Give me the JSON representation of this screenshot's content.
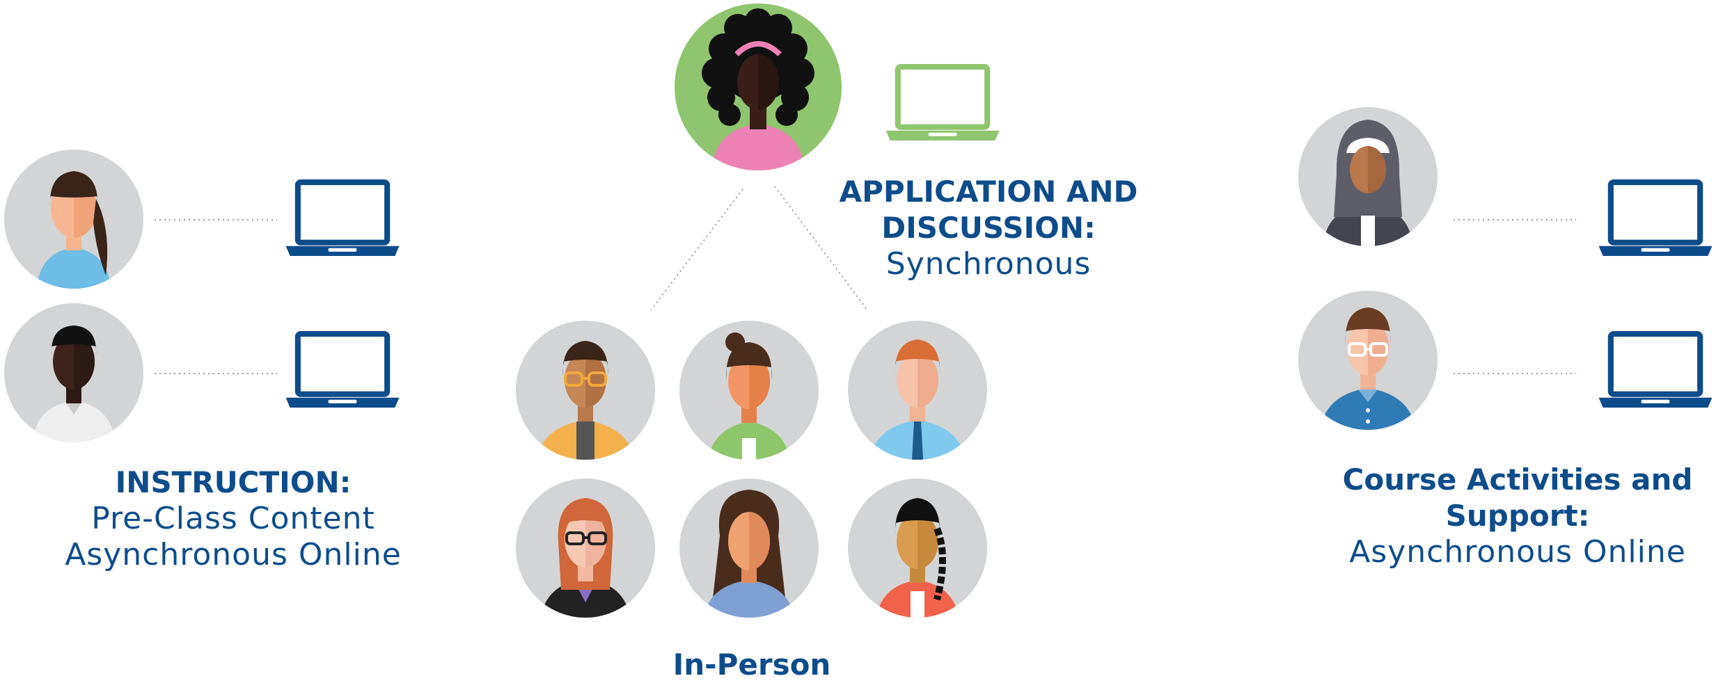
{
  "colors": {
    "navy": "#0d4c8b",
    "green": "#8fc56e",
    "gray_circle": "#d3d4d6",
    "pink": "#ee82b4",
    "dotted_line": "#9a9a9a"
  },
  "groups": {
    "instruction": {
      "heading": "INSTRUCTION:",
      "lines": [
        "Pre-Class Content",
        "Asynchronous Online"
      ]
    },
    "application": {
      "heading_lines": [
        "APPLICATION AND",
        "DISCUSSION:"
      ],
      "sub": "Synchronous"
    },
    "course": {
      "heading_lines": [
        "Course Activities and",
        "Support:"
      ],
      "sub": "Asynchronous Online"
    },
    "in_person": {
      "heading": "In-Person"
    }
  },
  "icons": {
    "avatar": "person-avatar-icon",
    "laptop": "laptop-icon"
  }
}
